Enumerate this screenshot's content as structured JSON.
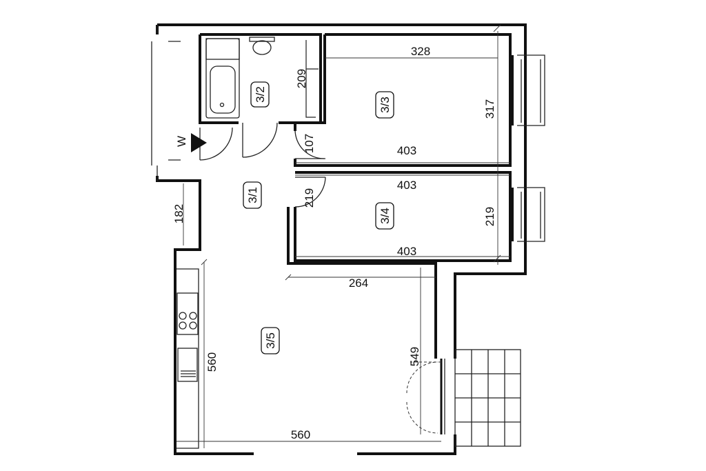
{
  "entrance": {
    "label": "W"
  },
  "rooms": [
    {
      "id": "3/1"
    },
    {
      "id": "3/2"
    },
    {
      "id": "3/3"
    },
    {
      "id": "3/4"
    },
    {
      "id": "3/5"
    }
  ],
  "dimensions": {
    "bathroom_depth": "209",
    "room33_width": "328",
    "room33_depth": "317",
    "room33_bottom_width": "403",
    "room33_door": "107",
    "room34_top_width": "403",
    "room34_depth": "219",
    "room34_door": "219",
    "room34_bottom_width": "403",
    "hall_left": "182",
    "living_inner_width": "264",
    "living_right_depth": "549",
    "living_left_depth": "560",
    "living_bottom_width": "560"
  }
}
